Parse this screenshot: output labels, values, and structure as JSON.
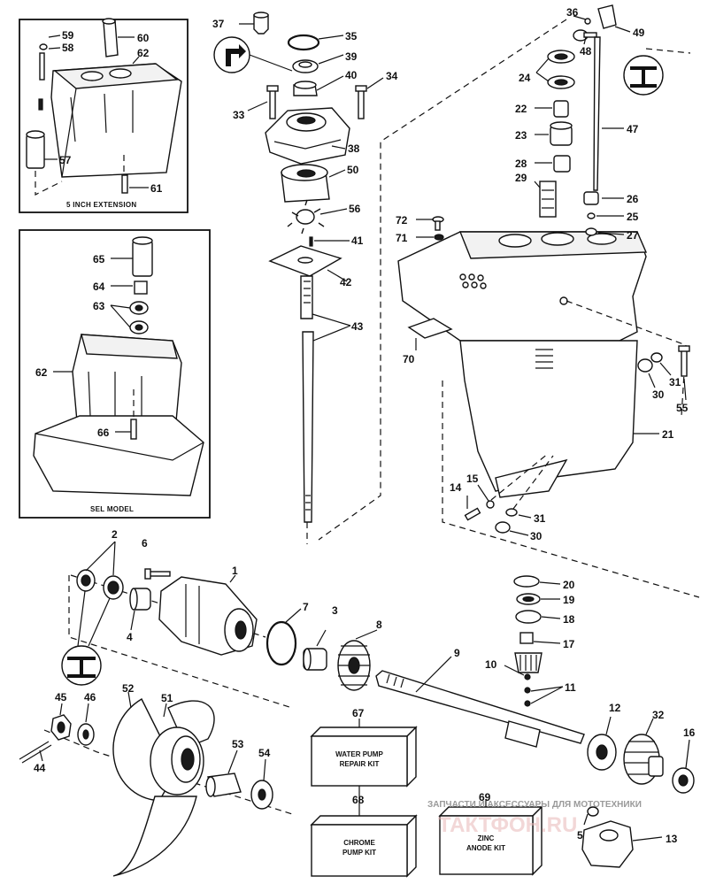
{
  "boxes": {
    "extension": {
      "title": "5 INCH EXTENSION"
    },
    "sel_model": {
      "title": "SEL MODEL"
    }
  },
  "kits": {
    "water_pump": {
      "number": "67",
      "line1": "WATER PUMP",
      "line2": "REPAIR KIT"
    },
    "chrome_pump": {
      "number": "68",
      "line1": "CHROME",
      "line2": "PUMP KIT"
    },
    "zinc_anode": {
      "number": "69",
      "line1": "ZINC",
      "line2": "ANODE KIT"
    }
  },
  "watermark": {
    "caption": "ЗАПЧАСТИ И АКСЕССУАРЫ ДЛЯ МОТОТЕХНИКИ",
    "logo": "ТАКТФОН.RU"
  },
  "parts": {
    "p1": "1",
    "p2": "2",
    "p3": "3",
    "p4": "4",
    "p5": "5",
    "p6": "6",
    "p7": "7",
    "p8": "8",
    "p9": "9",
    "p10": "10",
    "p11": "11",
    "p12": "12",
    "p13": "13",
    "p14": "14",
    "p15": "15",
    "p16": "16",
    "p17": "17",
    "p18": "18",
    "p19": "19",
    "p20": "20",
    "p21": "21",
    "p22": "22",
    "p23": "23",
    "p24": "24",
    "p25": "25",
    "p26": "26",
    "p27": "27",
    "p28": "28",
    "p29": "29",
    "p30a": "30",
    "p30b": "30",
    "p31a": "31",
    "p31b": "31",
    "p32": "32",
    "p33": "33",
    "p34": "34",
    "p35": "35",
    "p36": "36",
    "p37": "37",
    "p38": "38",
    "p39": "39",
    "p40": "40",
    "p41": "41",
    "p42": "42",
    "p43": "43",
    "p44": "44",
    "p45": "45",
    "p46": "46",
    "p47": "47",
    "p48": "48",
    "p49": "49",
    "p50": "50",
    "p51": "51",
    "p52": "52",
    "p53": "53",
    "p54": "54",
    "p55": "55",
    "p56": "56",
    "p57": "57",
    "p58": "58",
    "p59": "59",
    "p60": "60",
    "p61": "61",
    "p62a": "62",
    "p62b": "62",
    "p63": "63",
    "p64": "64",
    "p65": "65",
    "p66": "66",
    "p70": "70",
    "p71": "71",
    "p72": "72"
  }
}
